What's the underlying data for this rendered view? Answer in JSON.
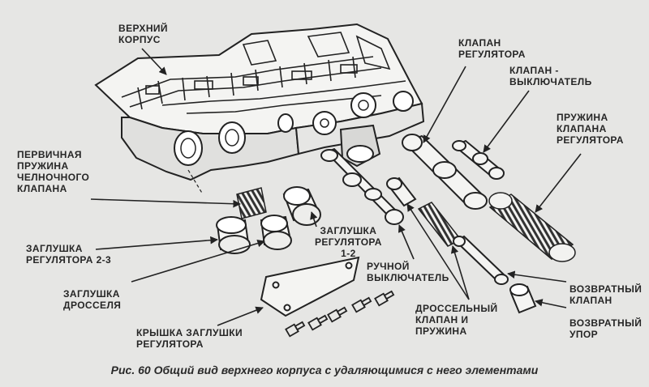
{
  "labels": {
    "upper_body": [
      "ВЕРХНИЙ",
      "КОРПУС"
    ],
    "regulator_valve": [
      "КЛАПАН",
      "РЕГУЛЯТОРА"
    ],
    "switch_valve": [
      "КЛАПАН -",
      "ВЫКЛЮЧАТЕЛЬ"
    ],
    "regulator_valve_spring": [
      "ПРУЖИНА",
      "КЛАПАНА",
      "РЕГУЛЯТОРА"
    ],
    "shuttle_valve_primary_spring": [
      "ПЕРВИЧНАЯ",
      "ПРУЖИНА",
      "ЧЕЛНОЧНОГО",
      "КЛАПАНА"
    ],
    "regulator_plug_1_2": [
      "ЗАГЛУШКА",
      "РЕГУЛЯТОРА",
      "1-2"
    ],
    "regulator_plug_2_3": [
      "ЗАГЛУШКА",
      "РЕГУЛЯТОРА 2-3"
    ],
    "manual_valve": [
      "РУЧНОЙ",
      "ВЫКЛЮЧАТЕЛЬ"
    ],
    "throttle_plug": [
      "ЗАГЛУШКА",
      "ДРОССЕЛЯ"
    ],
    "throttle_valve_spring": [
      "ДРОССЕЛЬНЫЙ",
      "КЛАПАН И",
      "ПРУЖИНА"
    ],
    "return_valve": [
      "ВОЗВРАТНЫЙ",
      "КЛАПАН"
    ],
    "return_stop": [
      "ВОЗВРАТНЫЙ",
      "УПОР"
    ],
    "regulator_plug_cover": [
      "КРЫШКА ЗАГЛУШКИ",
      "РЕГУЛЯТОРА"
    ]
  },
  "caption": "Рис. 60 Общий вид верхнего корпуса с удаляющимися с него элементами"
}
